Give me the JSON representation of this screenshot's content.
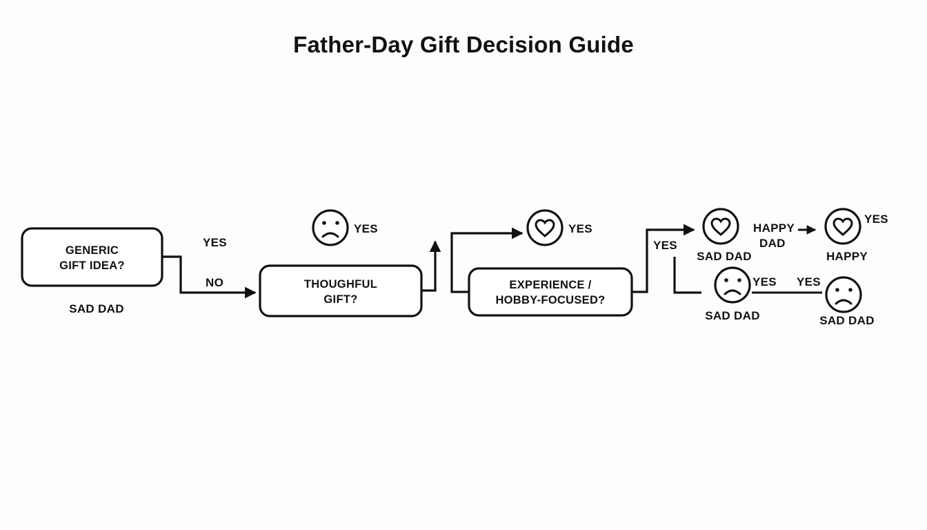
{
  "page": {
    "title": "Father-Day Gift Decision Guide",
    "background_color": "#fdfdfd",
    "ink_color": "#111111"
  },
  "diagram": {
    "type": "flowchart",
    "orientation": "left-to-right",
    "nodes": [
      {
        "id": "generic-gift-idea",
        "shape": "rounded-rect",
        "line1": "GENERIC",
        "line2": "GIFT IDEA?",
        "caption": "SAD DAD"
      },
      {
        "id": "thoughful-gift",
        "shape": "rounded-rect",
        "line1": "THOUGHFUL",
        "line2": "GIFT?",
        "caption": ""
      },
      {
        "id": "experience-hobby-focused",
        "shape": "rounded-rect",
        "line1": "EXPERIENCE /",
        "line2": "HOBBY-FOCUSED?",
        "caption": ""
      }
    ],
    "icons": [
      {
        "id": "sad-face-above-thoughful",
        "icon": "sad-face-icon",
        "label": "YES",
        "caption": ""
      },
      {
        "id": "heart-above-experience",
        "icon": "heart-circle-icon",
        "label": "YES",
        "caption": ""
      },
      {
        "id": "heart-sad-dad",
        "icon": "heart-circle-icon",
        "label": "",
        "caption": "SAD DAD"
      },
      {
        "id": "heart-happy",
        "icon": "heart-circle-icon",
        "label": "YES",
        "caption": "HAPPY"
      },
      {
        "id": "sad-face-mid",
        "icon": "sad-face-icon",
        "label": "YES",
        "caption": "SAD DAD"
      },
      {
        "id": "sad-face-right",
        "icon": "sad-face-icon",
        "label": "YES",
        "caption": "SAD DAD"
      }
    ],
    "edge_labels": {
      "yes_top_left": "YES",
      "no_left": "NO",
      "yes_right_branch": "YES",
      "happy_dad": "HAPPY DAD",
      "happy_dad_line1": "HAPPY",
      "happy_dad_line2": "DAD"
    }
  }
}
